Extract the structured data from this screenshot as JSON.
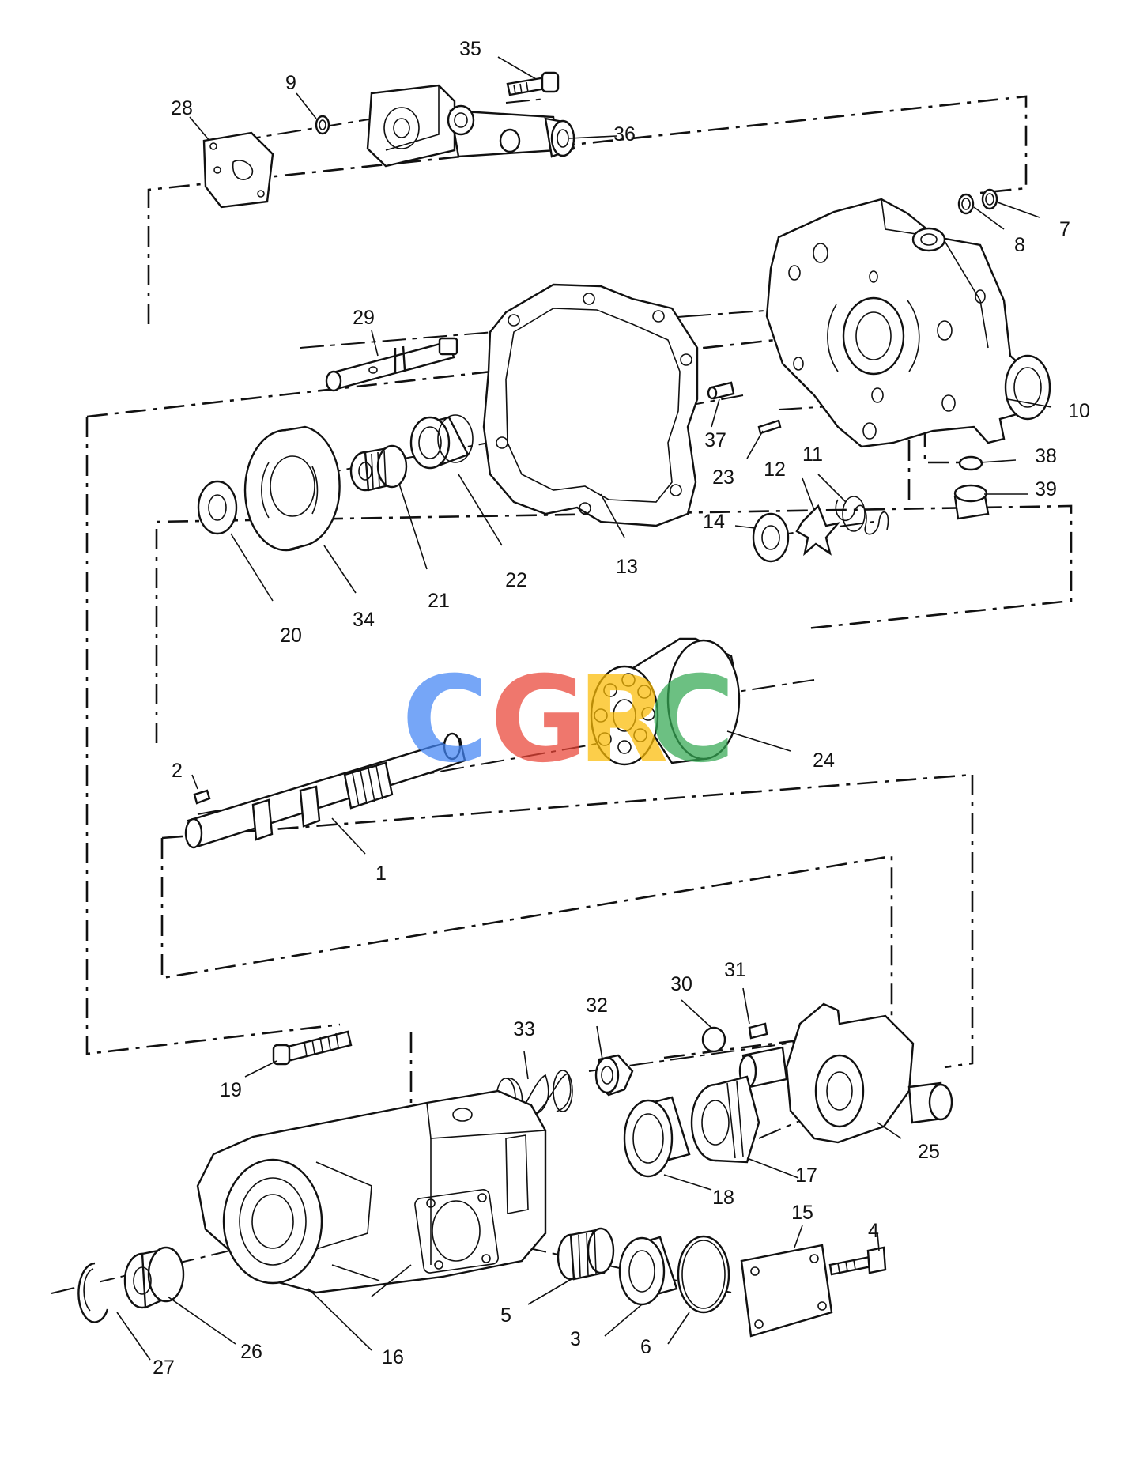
{
  "diagram": {
    "part_numbers": [
      "1",
      "2",
      "3",
      "4",
      "5",
      "6",
      "7",
      "8",
      "9",
      "10",
      "11",
      "12",
      "13",
      "14",
      "15",
      "16",
      "17",
      "18",
      "19",
      "20",
      "21",
      "22",
      "23",
      "24",
      "25",
      "26",
      "27",
      "28",
      "29",
      "30",
      "31",
      "32",
      "33",
      "34",
      "35",
      "36",
      "37",
      "38",
      "39"
    ]
  },
  "watermark": {
    "text": "CGRC",
    "letters": [
      "C",
      "G",
      "R",
      "C"
    ],
    "colors": [
      "#4285F4",
      "#EA4335",
      "#FBBC05",
      "#34A853"
    ]
  }
}
